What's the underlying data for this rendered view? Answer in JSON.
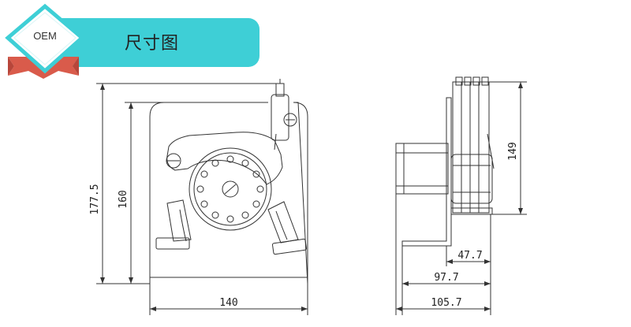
{
  "header": {
    "badge": "OEM",
    "title": "尺寸图"
  },
  "dimensions": {
    "front_overall_height": "177.5",
    "front_plate_height": "160",
    "front_width": "140",
    "side_height": "149",
    "side_offset_small": "47.7",
    "side_offset_mid": "97.7",
    "side_overall_depth": "105.7"
  },
  "colors": {
    "banner": "#3ecfd6",
    "badge_ribbon": "#d95b4b",
    "line": "#333333"
  }
}
